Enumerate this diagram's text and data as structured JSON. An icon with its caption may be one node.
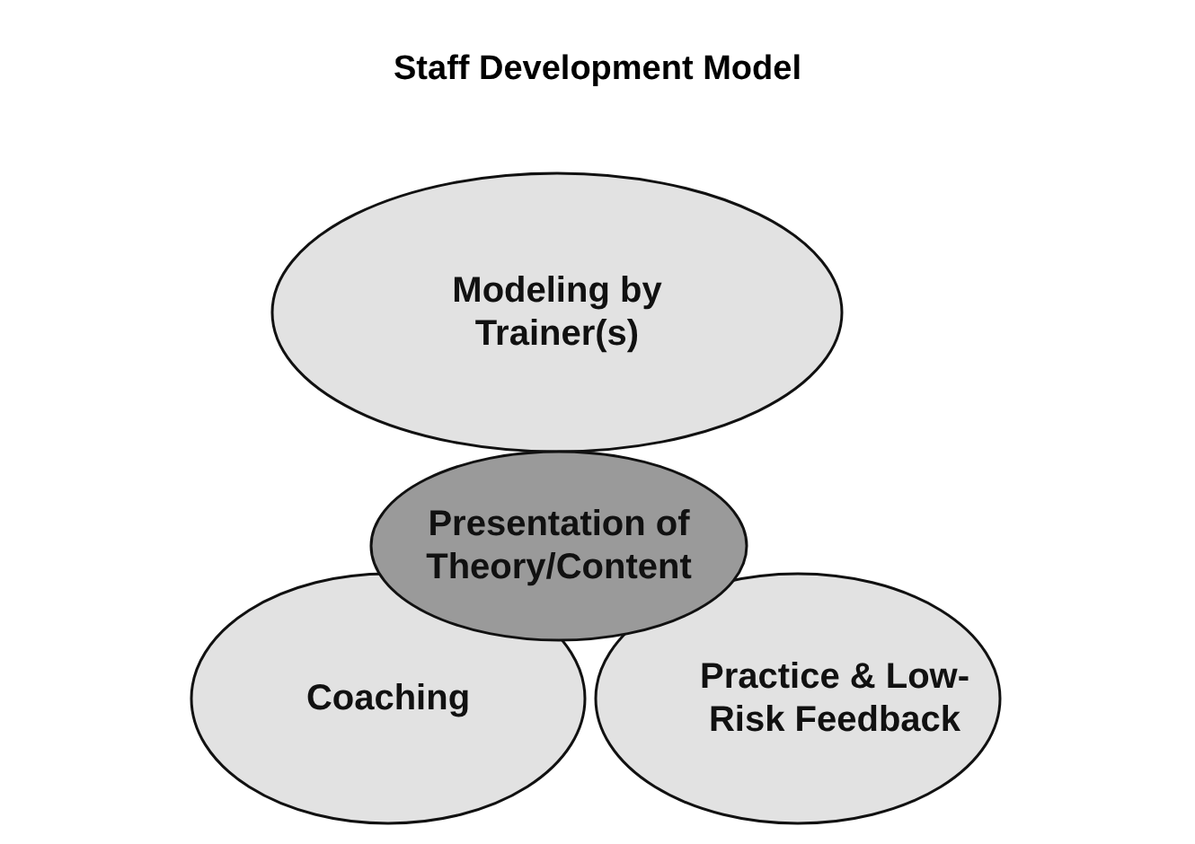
{
  "diagram": {
    "title": "Staff Development Model",
    "nodes": [
      {
        "text": [
          "Modeling by Trainer(s)"
        ]
      },
      {
        "text": [
          "Presentation of Theory/Content"
        ]
      },
      {
        "text": [
          "Coaching"
        ]
      },
      {
        "text": [
          "Practice & Low-Risk Feedback"
        ]
      }
    ]
  }
}
